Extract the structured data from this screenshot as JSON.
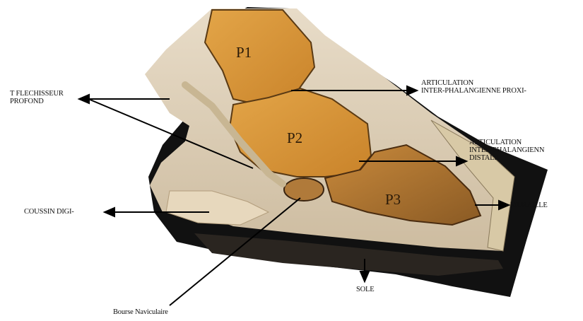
{
  "bones": {
    "p1": "P1",
    "p2": "P2",
    "p3": "P3"
  },
  "labels": {
    "flechisseur_line1": "T FLECHISSEUR",
    "flechisseur_line2": "PROFOND",
    "art_proxi_line1": "ARTICULATION",
    "art_proxi_line2": "INTER-PHALANGIENNE PROXI-",
    "art_distale_line1": "ARTICULATION",
    "art_distale_line2": "INTER-PHALANGIENN",
    "art_distale_line3": "DISTALE",
    "coussin": "COUSSIN DIGI-",
    "muraille": "MURAILLE",
    "sole": "SOLE",
    "bourse": "Bourse Naviculaire"
  }
}
